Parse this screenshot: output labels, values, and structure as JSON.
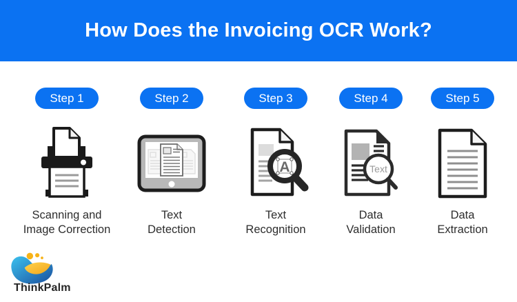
{
  "header": {
    "title": "How Does the Invoicing OCR Work?"
  },
  "steps": [
    {
      "badge": "Step 1",
      "lines": [
        "Scanning and",
        "Image Correction"
      ],
      "icon": "printer-scanner-icon"
    },
    {
      "badge": "Step 2",
      "lines": [
        "Text",
        "Detection"
      ],
      "icon": "tablet-document-icon"
    },
    {
      "badge": "Step 3",
      "lines": [
        "Text",
        "Recognition"
      ],
      "icon": "document-magnifier-letter-icon",
      "glyph": "A"
    },
    {
      "badge": "Step 4",
      "lines": [
        "Data",
        "Validation"
      ],
      "icon": "document-magnifier-text-icon",
      "glyph": "Text"
    },
    {
      "badge": "Step 5",
      "lines": [
        "Data",
        "Extraction"
      ],
      "icon": "document-lines-icon"
    }
  ],
  "branding": {
    "logo_text": "ThinkPalm",
    "logo_icon": "thinkpalm-wave-logo"
  },
  "colors": {
    "header_blue": "#0b72f2",
    "badge_blue": "#0b72f2",
    "label_text": "#2d2d2d"
  }
}
